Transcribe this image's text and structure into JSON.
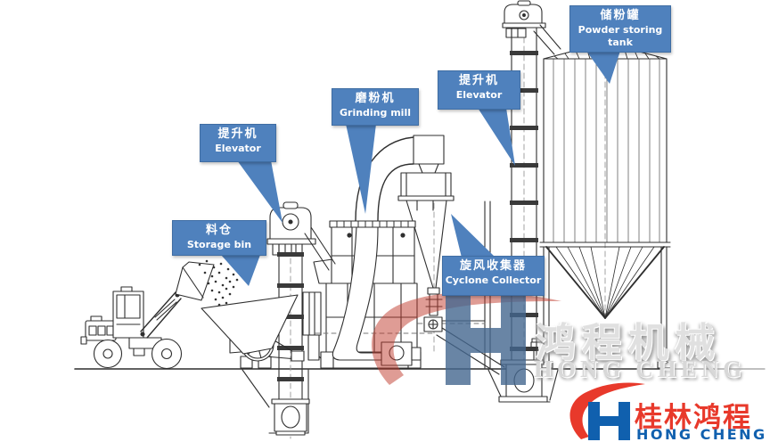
{
  "callouts": [
    {
      "id": "storage-bin",
      "zh": "料仓",
      "en": "Storage bin"
    },
    {
      "id": "elevator-1",
      "zh": "提升机",
      "en": "Elevator"
    },
    {
      "id": "grinding-mill",
      "zh": "磨粉机",
      "en": "Grinding mill"
    },
    {
      "id": "elevator-2",
      "zh": "提升机",
      "en": "Elevator"
    },
    {
      "id": "cyclone-collector",
      "zh": "旋风收集器",
      "en": "Cyclone Collector"
    },
    {
      "id": "powder-tank",
      "zh": "储粉罐",
      "en": "Powder storing tank"
    }
  ],
  "watermark": {
    "cn": "鸿程机械",
    "en": "HONG CHENG"
  },
  "logo": {
    "cn": "桂林鸿程",
    "en": "HONG CHENG"
  },
  "equipment_depicted": [
    "wheel-loader",
    "storage-bin",
    "jaw-crusher",
    "bucket-elevator",
    "grinding-mill",
    "classifier",
    "cyclone-collector",
    "bucket-elevator",
    "powder-storing-tank",
    "ground-line"
  ],
  "colors": {
    "callout": "#4f81bd",
    "callout_border": "#3f6da3",
    "logo_red": "#e8392b",
    "logo_blue": "#1060ae",
    "wm_red": "#c0392b",
    "wm_blue": "#44668f",
    "line": "#2f2f2f"
  }
}
